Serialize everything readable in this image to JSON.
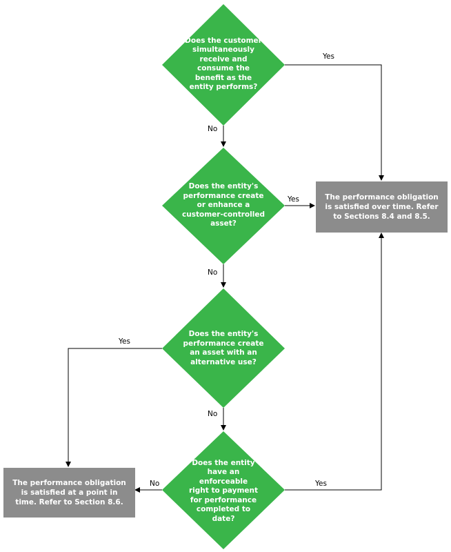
{
  "colors": {
    "diamond": "#3ab54a",
    "box": "#8c8c8c",
    "line": "#000000"
  },
  "decisions": {
    "q1": "Does the customer simultaneously receive and consume the benefit as the entity performs?",
    "q2": "Does the entity's performance create or enhance a customer-controlled asset?",
    "q3": "Does the entity's performance create an asset with an alternative use?",
    "q4": "Does the entity have an enforceable right to payment for performance completed to date?"
  },
  "outcomes": {
    "over_time": "The performance obligation is satisfied over time. Refer to Sections 8.4 and 8.5.",
    "point_in_time": "The performance obligation is satisfied at a point in time. Refer to Section 8.6."
  },
  "labels": {
    "q1_yes": "Yes",
    "q1_no": "No",
    "q2_yes": "Yes",
    "q2_no": "No",
    "q3_yes": "Yes",
    "q3_no": "No",
    "q4_yes": "Yes",
    "q4_no": "No"
  }
}
